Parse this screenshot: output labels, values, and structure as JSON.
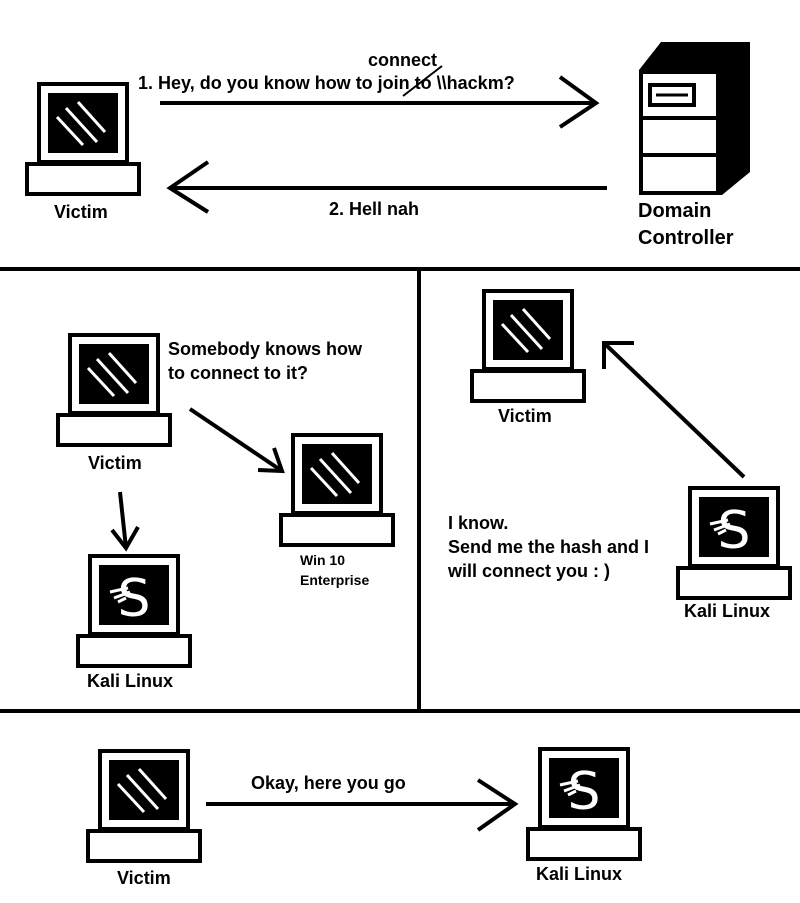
{
  "panel1": {
    "victim_label": "Victim",
    "message_1": "1. Hey, do you know how to join to \\\\hackm?",
    "correction_word": "connect",
    "message_2": "2. Hell nah",
    "dc_label_line1": "Domain",
    "dc_label_line2": "Controller"
  },
  "panel2": {
    "victim_label": "Victim",
    "question": "Somebody knows how\nto connect to it?",
    "win_label": "Win 10\nEnterprise",
    "kali_label": "Kali Linux"
  },
  "panel3": {
    "victim_label": "Victim",
    "reply": "I know.\nSend me the hash and I\nwill connect you : )",
    "kali_label": "Kali Linux"
  },
  "panel4": {
    "victim_label": "Victim",
    "message": "Okay, here you go",
    "kali_label": "Kali Linux"
  },
  "colors": {
    "ink": "#000000",
    "paper": "#ffffff"
  },
  "icons": [
    "laptop-icon",
    "kali-laptop-icon",
    "server-icon"
  ]
}
